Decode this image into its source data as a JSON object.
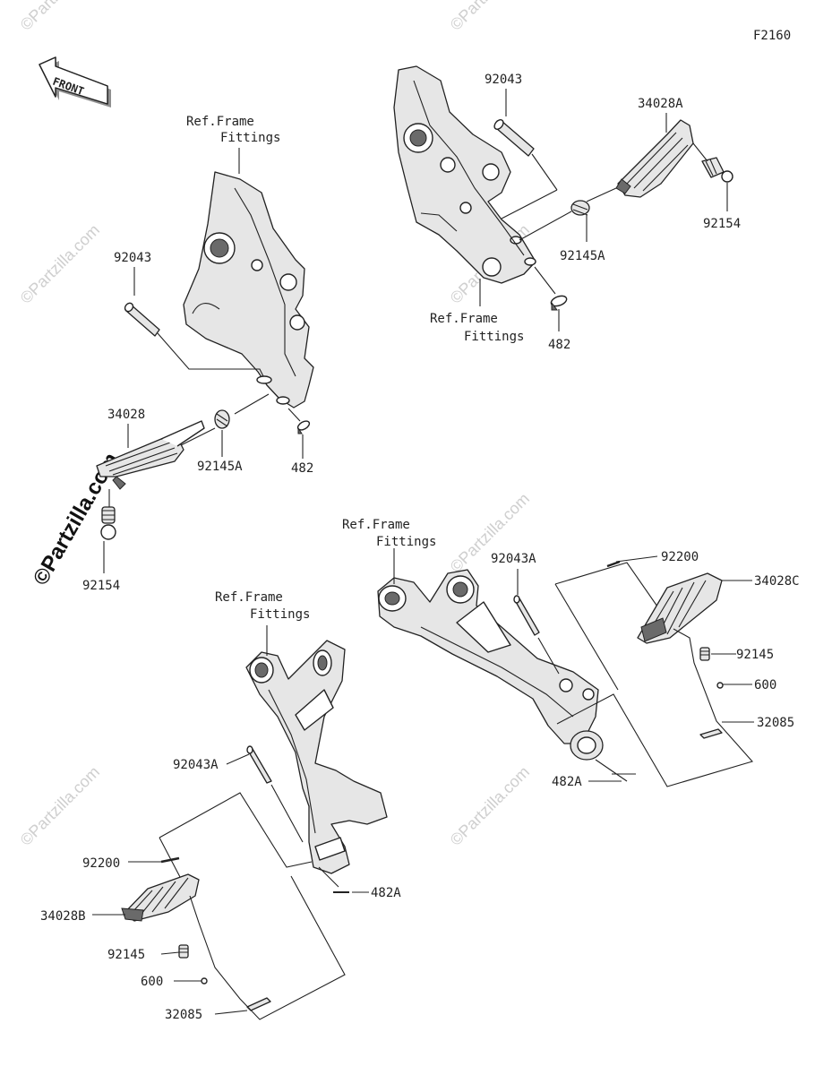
{
  "diagram_code": "F2160",
  "front_arrow": {
    "label": "FRONT"
  },
  "watermark": {
    "text": "©Partzilla.com"
  },
  "labels": {
    "ref_frame_1": "Ref.Frame",
    "ref_fittings_1": "Fittings",
    "ref_frame_2": "Ref.Frame",
    "ref_fittings_2": "Fittings",
    "ref_frame_3": "Ref.Frame",
    "ref_fittings_3": "Fittings",
    "ref_frame_4": "Ref.Frame",
    "ref_fittings_4": "Fittings",
    "p_92043_left": "92043",
    "p_34028": "34028",
    "p_92145A_left": "92145A",
    "p_482_left": "482",
    "p_92154_left": "92154",
    "p_92043_right": "92043",
    "p_34028A": "34028A",
    "p_92154_right": "92154",
    "p_92145A_right": "92145A",
    "p_482_right": "482",
    "p_92043A_top": "92043A",
    "p_92200_right": "92200",
    "p_34028C": "34028C",
    "p_92145_right": "92145",
    "p_600_right": "600",
    "p_32085_right": "32085",
    "p_482A_right": "482A",
    "p_92043A_bottom": "92043A",
    "p_92200_left": "92200",
    "p_482A_bottom": "482A",
    "p_34028B": "34028B",
    "p_92145_left": "92145",
    "p_600_left": "600",
    "p_32085_left": "32085"
  }
}
